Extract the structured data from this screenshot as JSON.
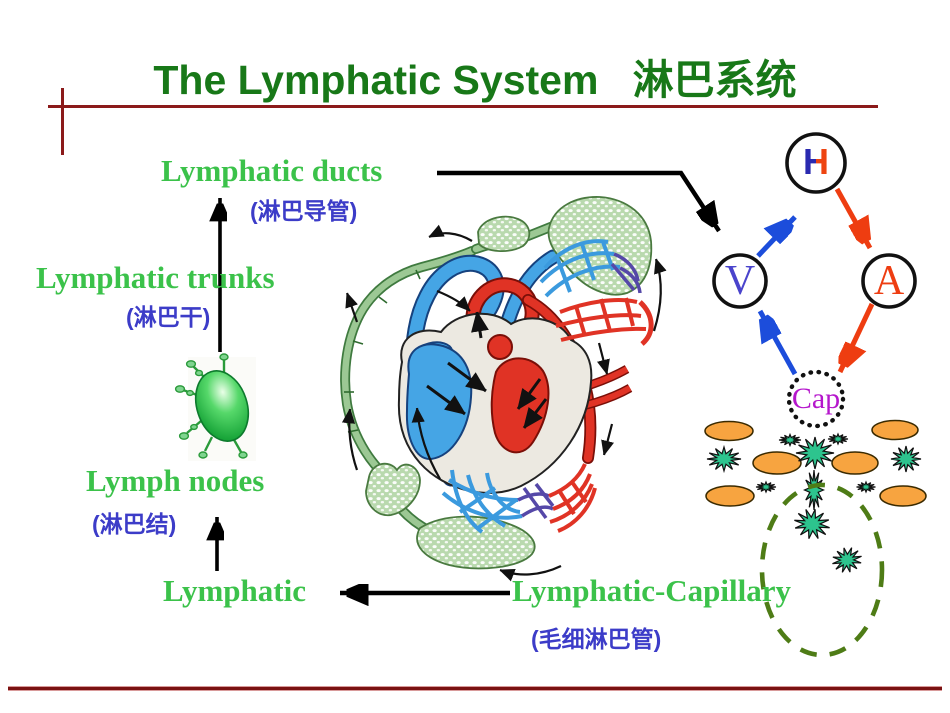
{
  "title": {
    "en": "The Lymphatic System",
    "zh": "淋巴系统"
  },
  "flow_labels": {
    "ducts": {
      "en": "Lymphatic ducts",
      "zh": "(淋巴导管)"
    },
    "trunks": {
      "en": "Lymphatic trunks",
      "zh": "(淋巴干)"
    },
    "nodes": {
      "en": "Lymph nodes",
      "zh": "(淋巴结)"
    },
    "lymphatic": {
      "en": "Lymphatic"
    },
    "capillary": {
      "en": "Lymphatic-Capillary",
      "zh": "(毛细淋巴管)"
    }
  },
  "circulation_diagram": {
    "heart": "H",
    "vein": "V",
    "artery": "A",
    "capillary": "Cap"
  },
  "colors": {
    "title_green": "#187818",
    "label_green": "#3bc24a",
    "chinese_blue": "#3c3cc8",
    "rule_dark_red": "#8b1a1a",
    "vein_arrow_blue": "#1c4ddb",
    "artery_arrow_red": "#ee3d11",
    "vein_letter_violet": "#4a44cc",
    "capillary_magenta": "#b517cc",
    "cell_orange": "#f7a440",
    "lymphocyte_teal": "#2dc48e",
    "capillary_bed_olive": "#4e7c16"
  }
}
